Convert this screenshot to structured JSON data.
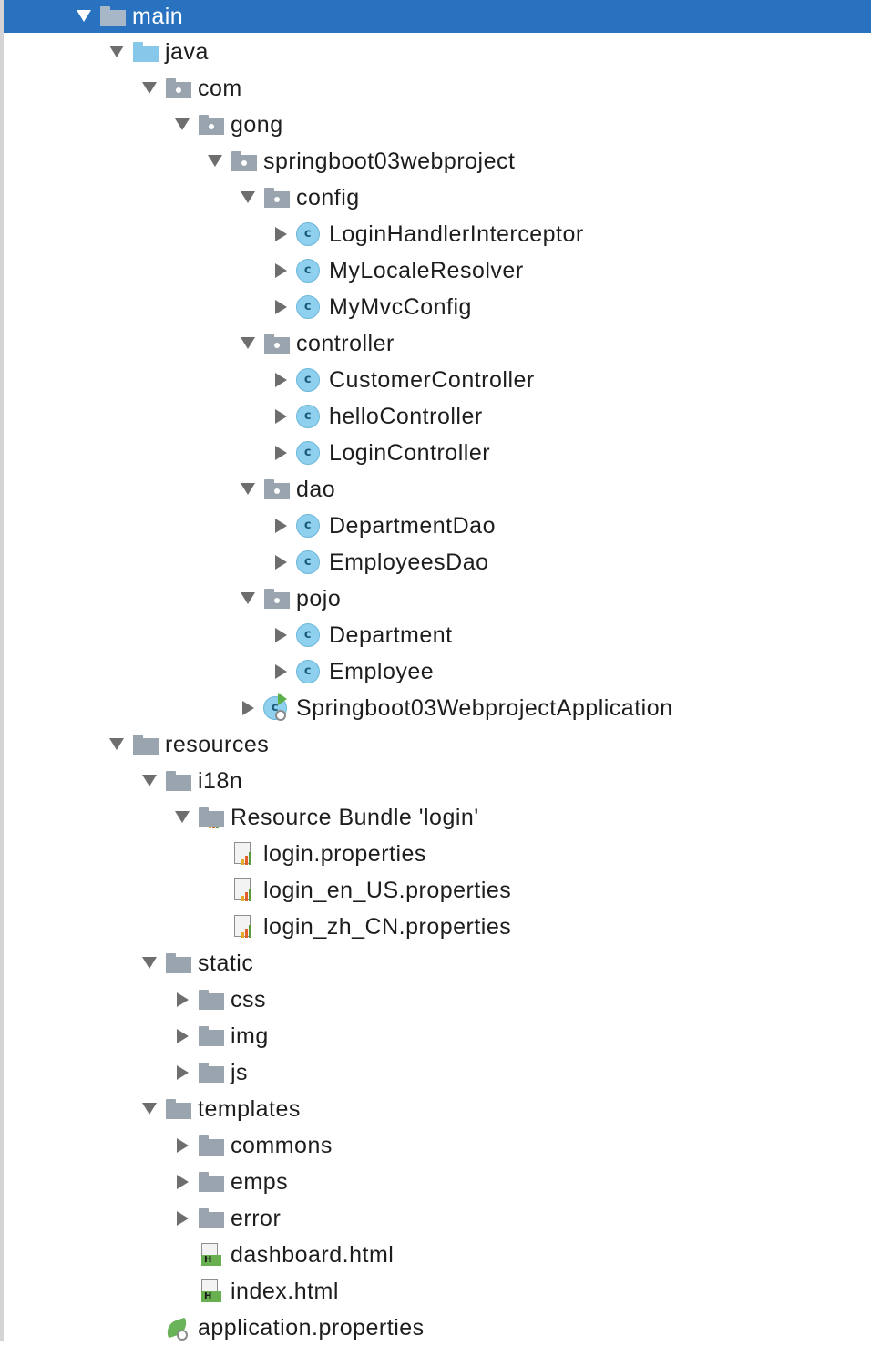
{
  "tree": {
    "items": [
      {
        "label": "main",
        "level": 0,
        "state": "expanded",
        "icon": "folder-icon",
        "selected": true
      },
      {
        "label": "java",
        "level": 1,
        "state": "expanded",
        "icon": "source-folder-icon"
      },
      {
        "label": "com",
        "level": 2,
        "state": "expanded",
        "icon": "package-icon"
      },
      {
        "label": "gong",
        "level": 3,
        "state": "expanded",
        "icon": "package-icon"
      },
      {
        "label": "springboot03webproject",
        "level": 4,
        "state": "expanded",
        "icon": "package-icon"
      },
      {
        "label": "config",
        "level": 5,
        "state": "expanded",
        "icon": "package-icon"
      },
      {
        "label": "LoginHandlerInterceptor",
        "level": 6,
        "state": "collapsed",
        "icon": "class-icon"
      },
      {
        "label": "MyLocaleResolver",
        "level": 6,
        "state": "collapsed",
        "icon": "class-icon"
      },
      {
        "label": "MyMvcConfig",
        "level": 6,
        "state": "collapsed",
        "icon": "class-icon"
      },
      {
        "label": "controller",
        "level": 5,
        "state": "expanded",
        "icon": "package-icon"
      },
      {
        "label": "CustomerController",
        "level": 6,
        "state": "collapsed",
        "icon": "class-icon"
      },
      {
        "label": "helloController",
        "level": 6,
        "state": "collapsed",
        "icon": "class-icon"
      },
      {
        "label": "LoginController",
        "level": 6,
        "state": "collapsed",
        "icon": "class-icon"
      },
      {
        "label": "dao",
        "level": 5,
        "state": "expanded",
        "icon": "package-icon"
      },
      {
        "label": "DepartmentDao",
        "level": 6,
        "state": "collapsed",
        "icon": "class-icon"
      },
      {
        "label": "EmployeesDao",
        "level": 6,
        "state": "collapsed",
        "icon": "class-icon"
      },
      {
        "label": "pojo",
        "level": 5,
        "state": "expanded",
        "icon": "package-icon"
      },
      {
        "label": "Department",
        "level": 6,
        "state": "collapsed",
        "icon": "class-icon"
      },
      {
        "label": "Employee",
        "level": 6,
        "state": "collapsed",
        "icon": "class-icon"
      },
      {
        "label": "Springboot03WebprojectApplication",
        "level": 5,
        "state": "collapsed",
        "icon": "spring-boot-app-icon"
      },
      {
        "label": "resources",
        "level": 1,
        "state": "expanded",
        "icon": "resources-folder-icon"
      },
      {
        "label": "i18n",
        "level": 2,
        "state": "expanded",
        "icon": "folder-icon"
      },
      {
        "label": "Resource Bundle 'login'",
        "level": 3,
        "state": "expanded",
        "icon": "resource-bundle-icon"
      },
      {
        "label": "login.properties",
        "level": 4,
        "state": "leaf",
        "icon": "properties-file-icon"
      },
      {
        "label": "login_en_US.properties",
        "level": 4,
        "state": "leaf",
        "icon": "properties-file-icon"
      },
      {
        "label": "login_zh_CN.properties",
        "level": 4,
        "state": "leaf",
        "icon": "properties-file-icon"
      },
      {
        "label": "static",
        "level": 2,
        "state": "expanded",
        "icon": "folder-icon"
      },
      {
        "label": "css",
        "level": 3,
        "state": "collapsed",
        "icon": "folder-icon"
      },
      {
        "label": "img",
        "level": 3,
        "state": "collapsed",
        "icon": "folder-icon"
      },
      {
        "label": "js",
        "level": 3,
        "state": "collapsed",
        "icon": "folder-icon"
      },
      {
        "label": "templates",
        "level": 2,
        "state": "expanded",
        "icon": "folder-icon"
      },
      {
        "label": "commons",
        "level": 3,
        "state": "collapsed",
        "icon": "folder-icon"
      },
      {
        "label": "emps",
        "level": 3,
        "state": "collapsed",
        "icon": "folder-icon"
      },
      {
        "label": "error",
        "level": 3,
        "state": "collapsed",
        "icon": "folder-icon"
      },
      {
        "label": "dashboard.html",
        "level": 3,
        "state": "leaf",
        "icon": "html-file-icon"
      },
      {
        "label": "index.html",
        "level": 3,
        "state": "leaf",
        "icon": "html-file-icon"
      },
      {
        "label": "application.properties",
        "level": 2,
        "state": "leaf",
        "icon": "spring-properties-icon"
      }
    ]
  },
  "colors": {
    "selection": "#2872c0",
    "source_folder": "#87c8ea",
    "folder": "#9aa4ae",
    "class_icon": "#8ed0ee",
    "spring_green": "#6bb358"
  }
}
